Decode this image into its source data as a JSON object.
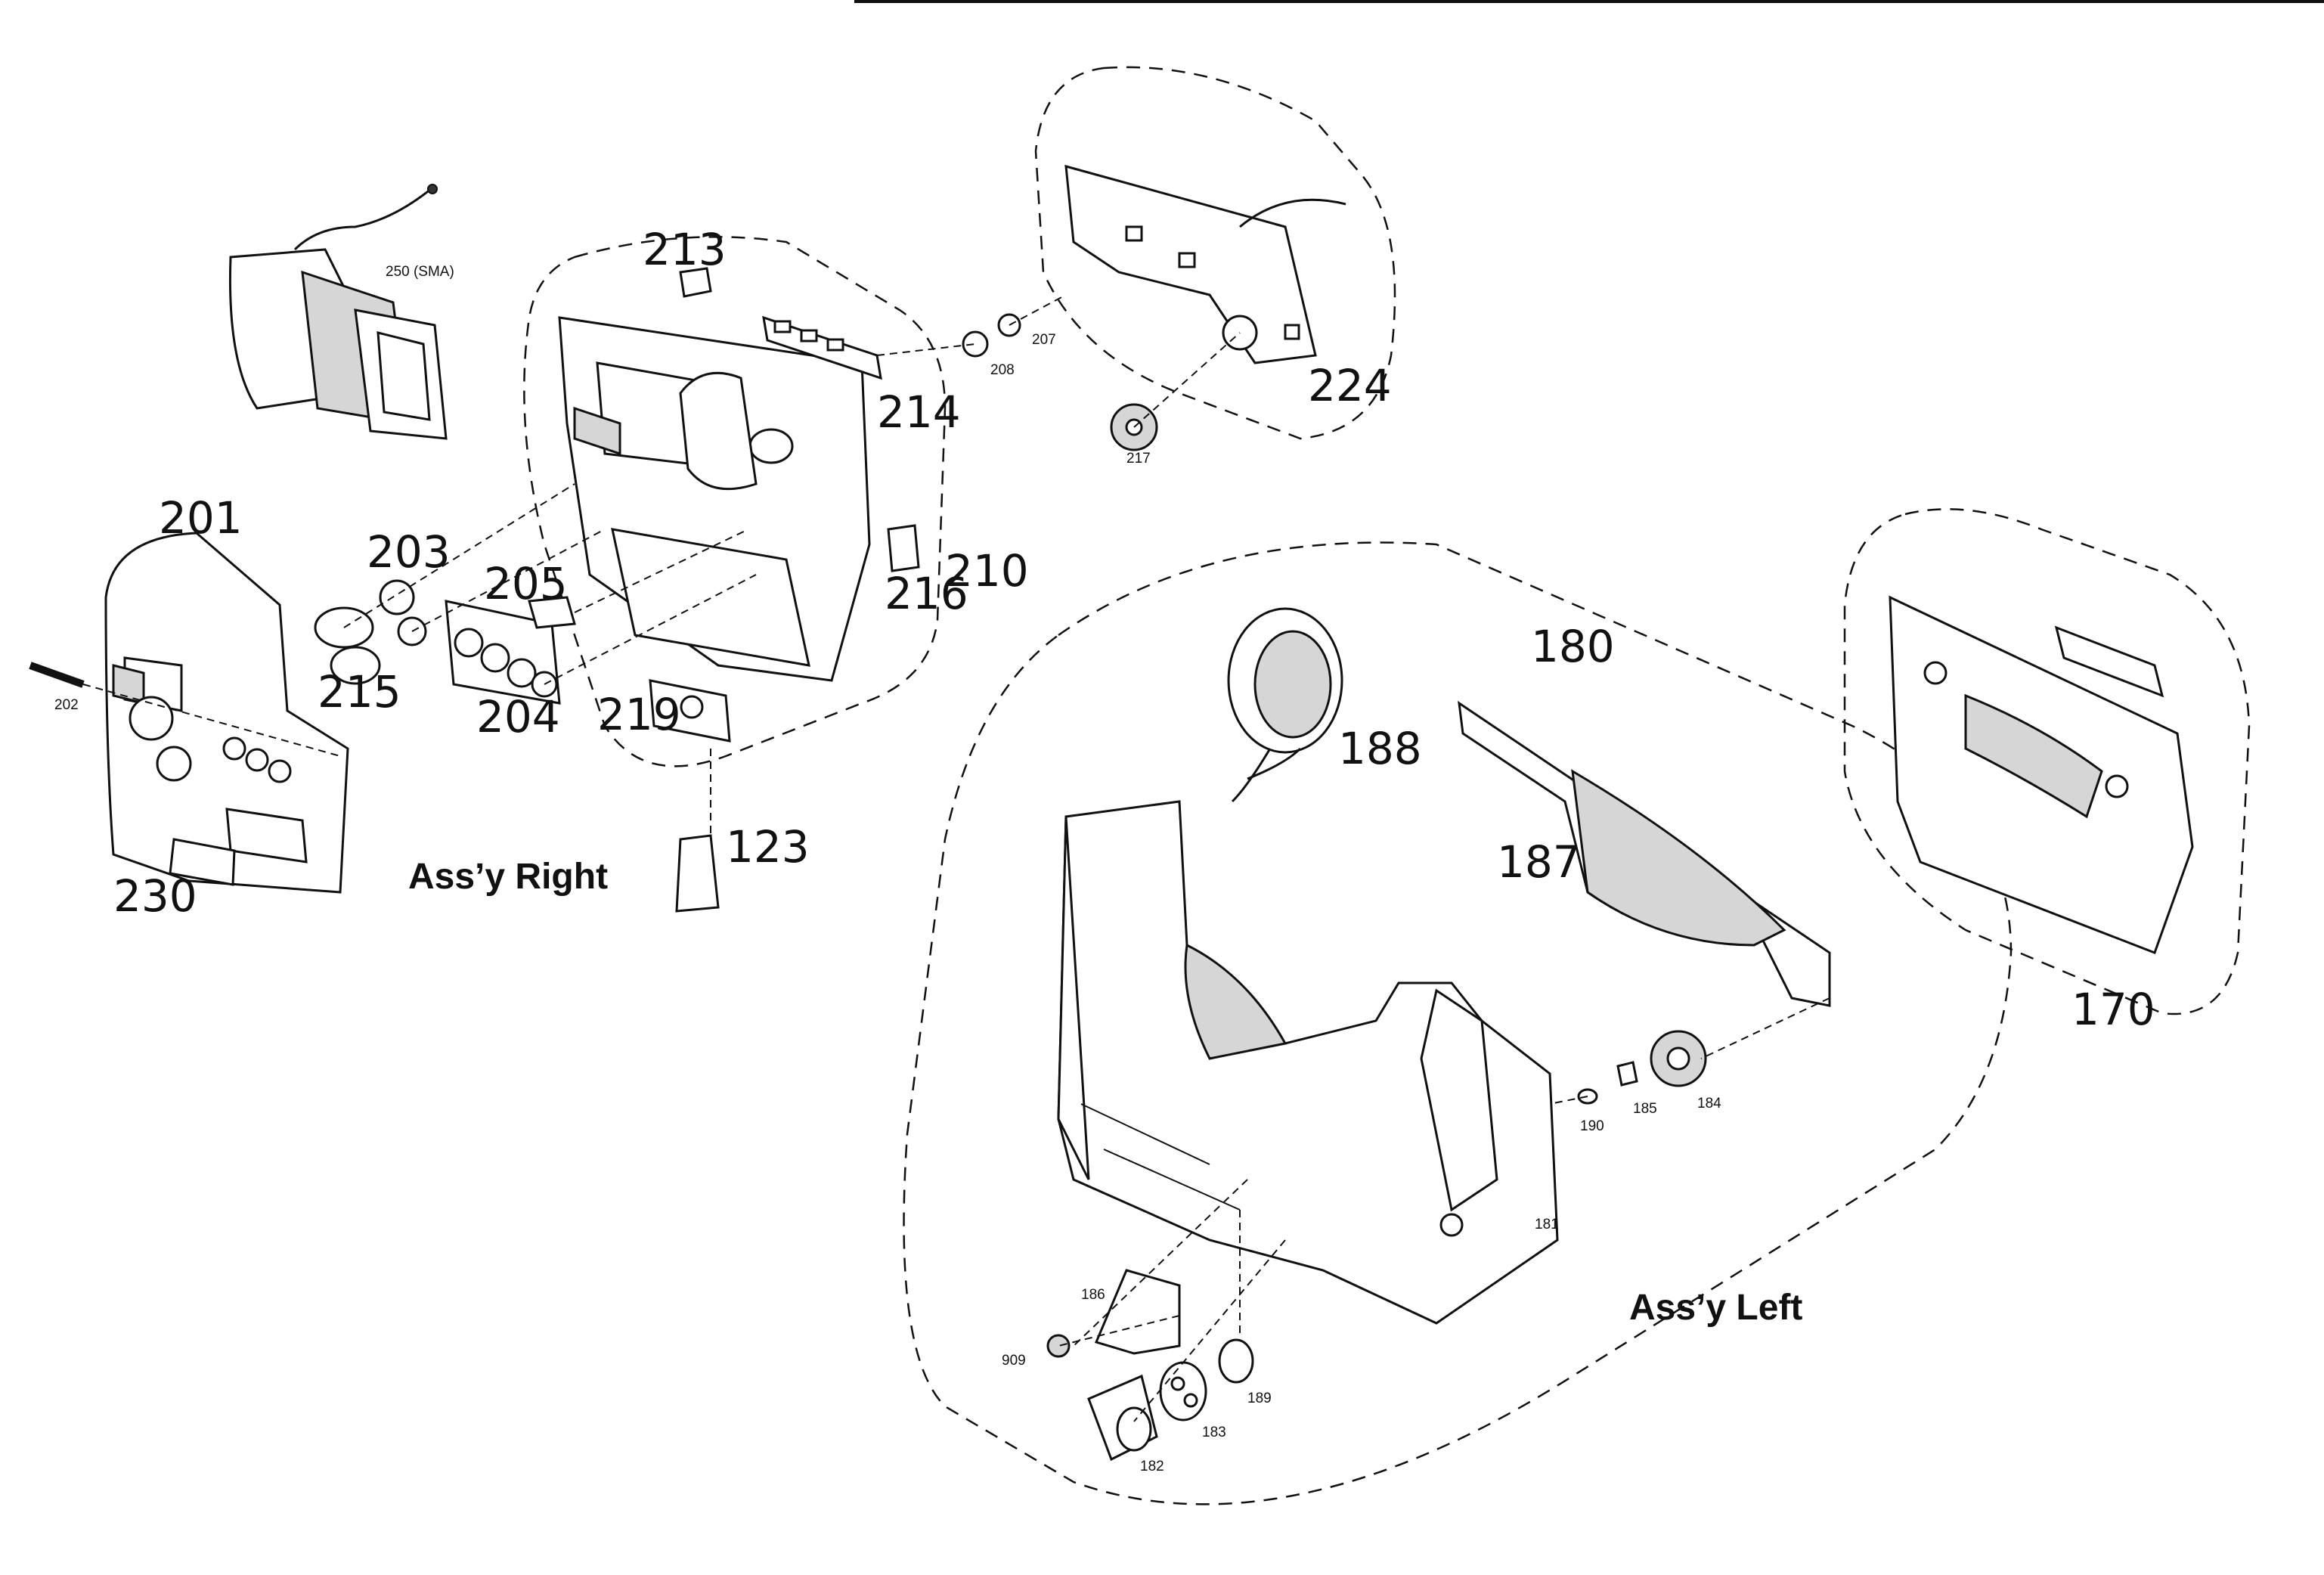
{
  "labels": {
    "l201": "201",
    "l202": "202",
    "l203": "203",
    "l204": "204",
    "l205": "205",
    "l207": "207",
    "l208": "208",
    "l210": "210",
    "l213": "213",
    "l214": "214",
    "l215": "215",
    "l216": "216",
    "l217": "217",
    "l219": "219",
    "l224": "224",
    "l230": "230",
    "l250": "250 (SMA)",
    "l123": "123",
    "l170": "170",
    "l180": "180",
    "l181": "181",
    "l182": "182",
    "l183": "183",
    "l184": "184",
    "l185": "185",
    "l186": "186",
    "l187": "187",
    "l188": "188",
    "l189": "189",
    "l190": "190",
    "l909": "909"
  },
  "assemblies": {
    "right": "Ass’y Right",
    "left": "Ass’y Left"
  }
}
